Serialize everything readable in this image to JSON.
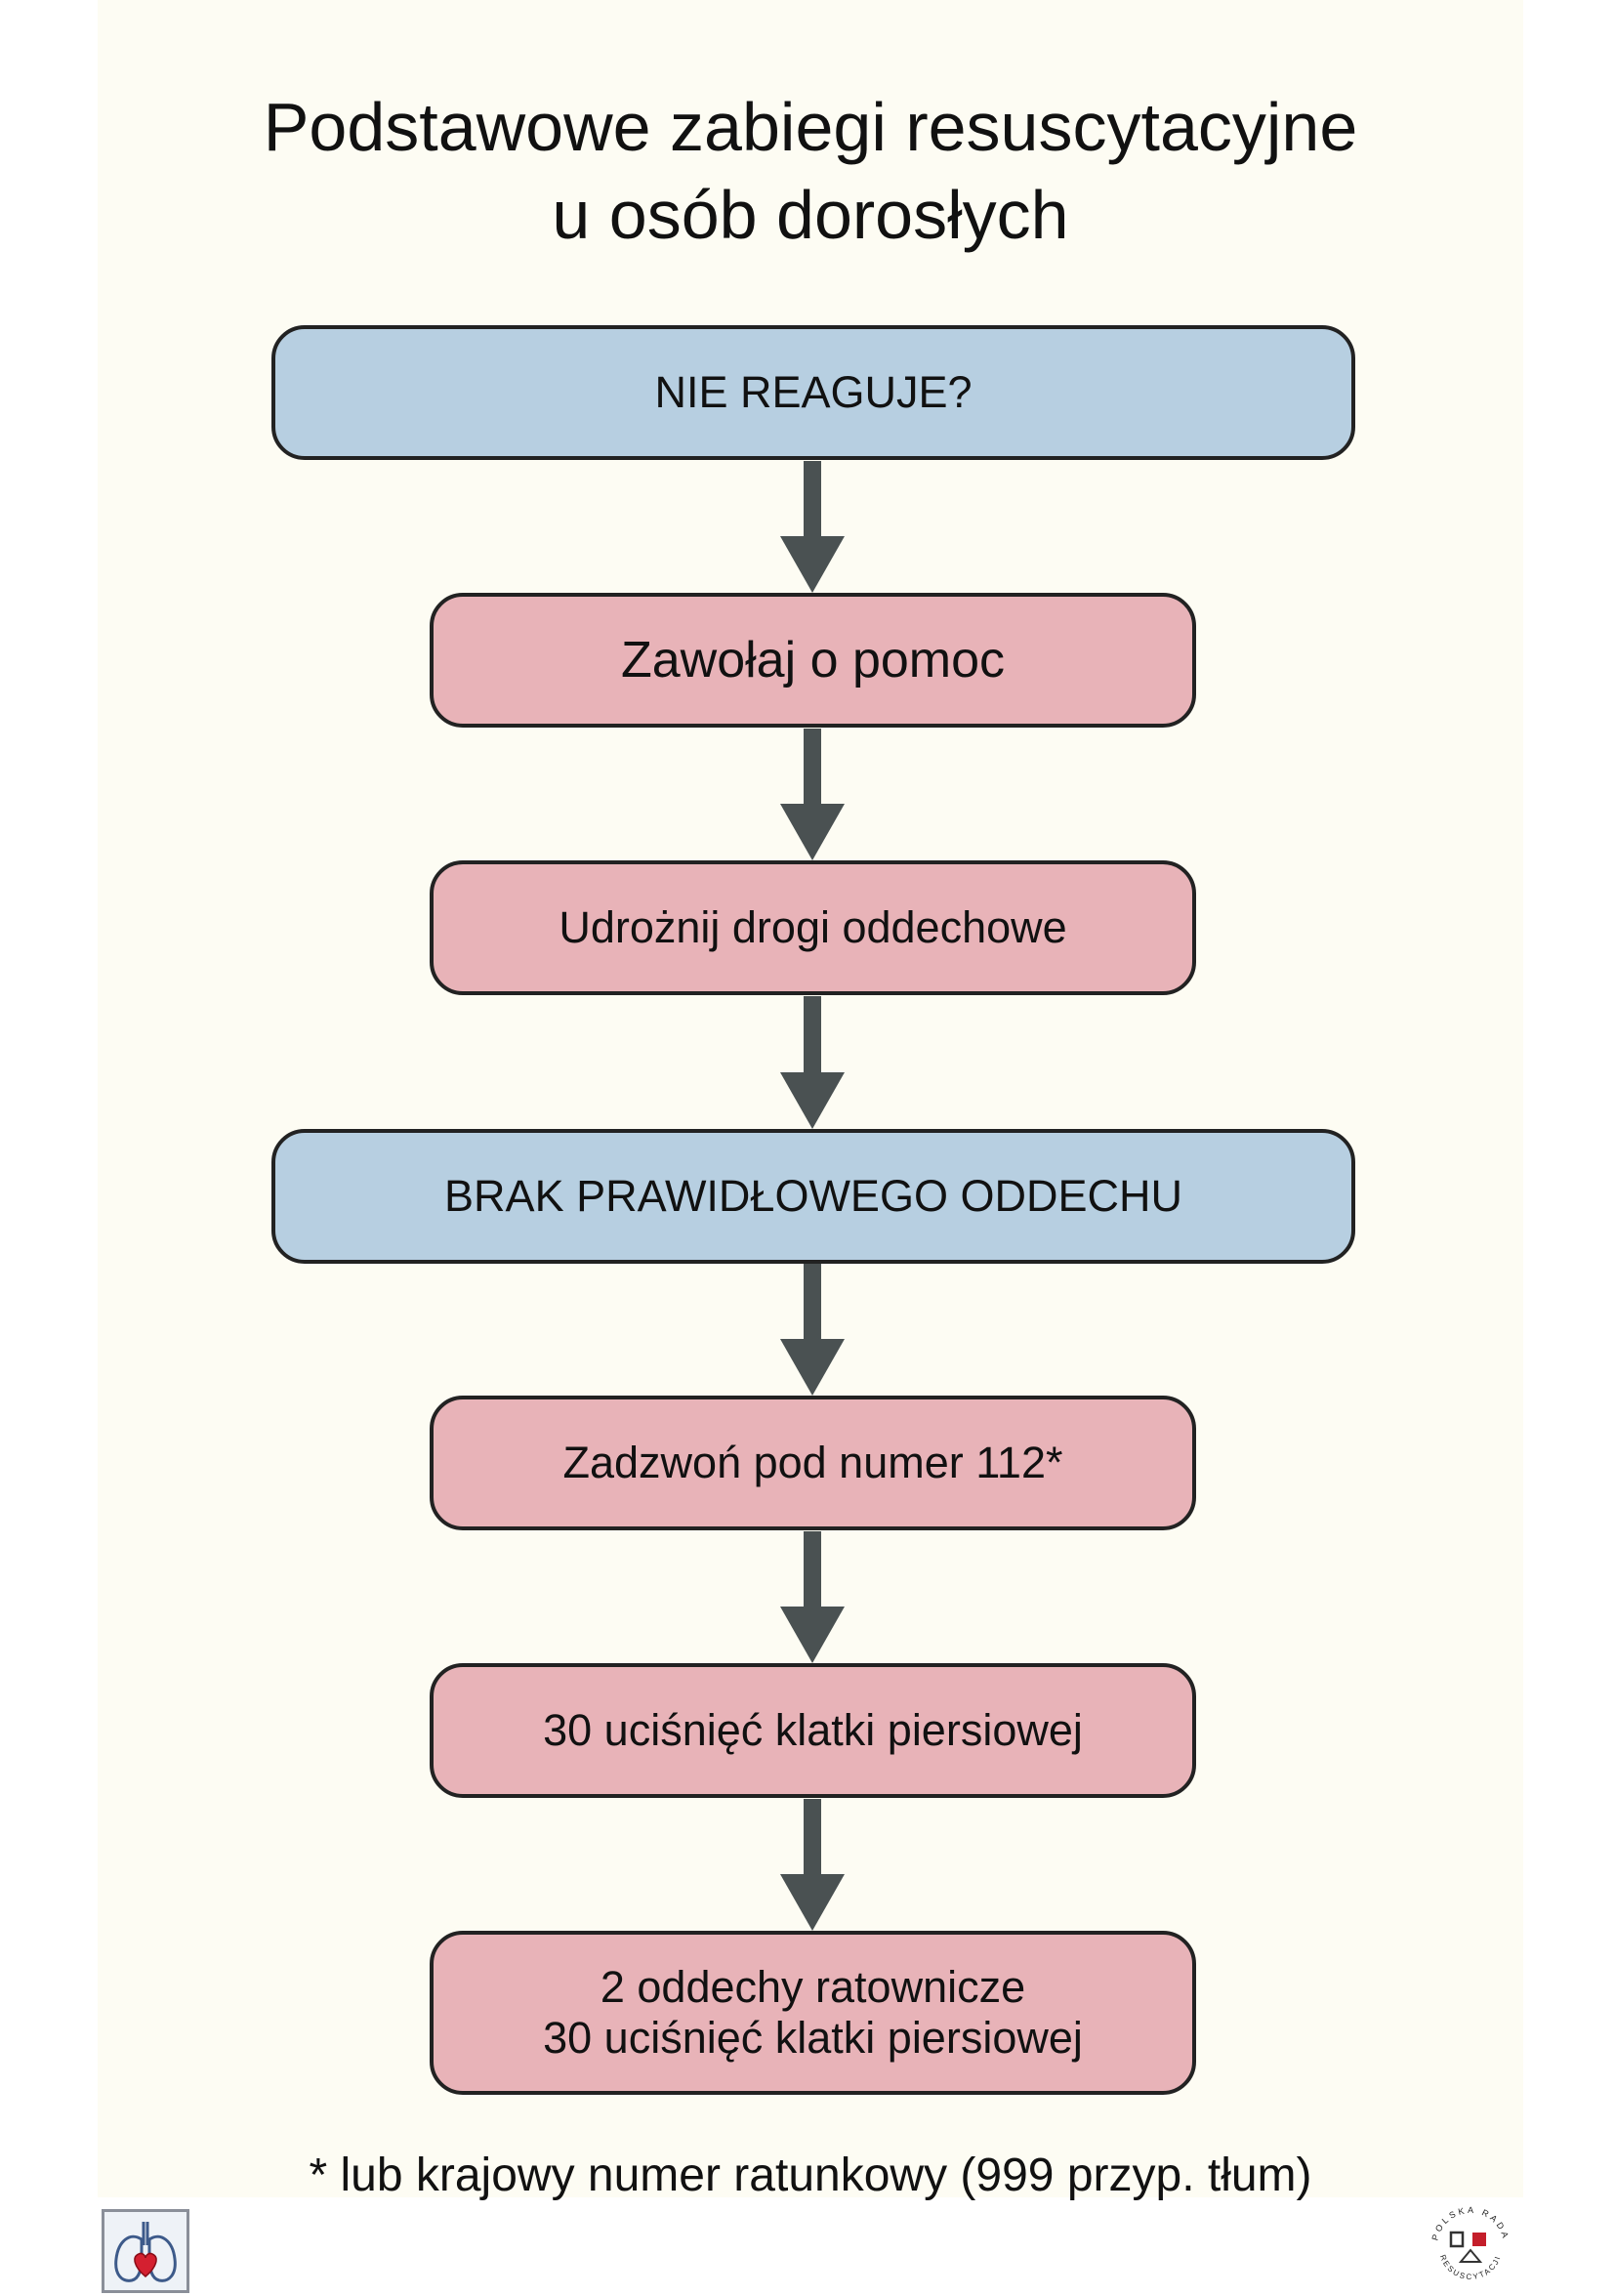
{
  "title": {
    "line1": "Podstawowe zabiegi resuscytacyjne",
    "line2": "u osób dorosłych"
  },
  "steps": [
    {
      "text": "NIE REAGUJE?",
      "kind": "assessment"
    },
    {
      "text": "Zawołaj o pomoc",
      "kind": "action"
    },
    {
      "text": "Udrożnij drogi oddechowe",
      "kind": "action"
    },
    {
      "text": "BRAK PRAWIDŁOWEGO ODDECHU",
      "kind": "assessment"
    },
    {
      "text": "Zadzwoń pod numer 112*",
      "kind": "action"
    },
    {
      "text": "30 uciśnięć klatki piersiowej",
      "kind": "action"
    },
    {
      "lines": [
        "2 oddechy ratownicze",
        "30 uciśnięć klatki piersiowej"
      ],
      "kind": "action"
    }
  ],
  "footnote": "* lub krajowy numer ratunkowy (999 przyp. tłum)",
  "logos": {
    "left": "lungs-heart-icon",
    "right": "polska-rada-resuscytacji-seal",
    "right_text": "POLSKA RADA RESUSCYTACJI"
  },
  "colors": {
    "assessment_box": "#b7cfe1",
    "action_box": "#e8b3b8",
    "arrow": "#4a5152",
    "background": "#fdfcf3"
  }
}
